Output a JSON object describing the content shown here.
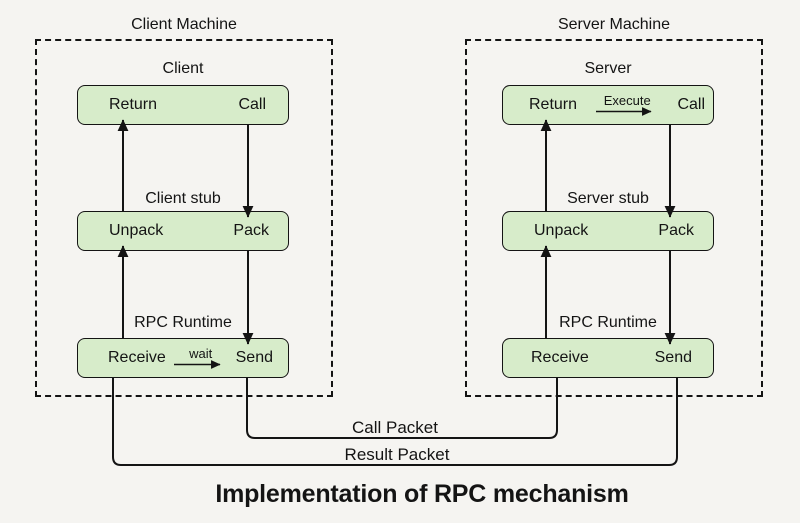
{
  "title": "Implementation of RPC mechanism",
  "colors": {
    "background": "#f5f4f1",
    "box_fill": "#d7ecca",
    "box_border": "#141414",
    "line": "#141414",
    "text": "#141414"
  },
  "machines": [
    {
      "id": "client",
      "label": "Client Machine",
      "sections": [
        {
          "label": "Client",
          "left": "Return",
          "right": "Call",
          "inner_arrow_label": ""
        },
        {
          "label": "Client stub",
          "left": "Unpack",
          "right": "Pack",
          "inner_arrow_label": ""
        },
        {
          "label": "RPC Runtime",
          "left": "Receive",
          "right": "Send",
          "inner_arrow_label": "wait"
        }
      ]
    },
    {
      "id": "server",
      "label": "Server Machine",
      "sections": [
        {
          "label": "Server",
          "left": "Return",
          "right": "Call",
          "inner_arrow_label": "Execute"
        },
        {
          "label": "Server stub",
          "left": "Unpack",
          "right": "Pack",
          "inner_arrow_label": ""
        },
        {
          "label": "RPC Runtime",
          "left": "Receive",
          "right": "Send",
          "inner_arrow_label": ""
        }
      ]
    }
  ],
  "packets": {
    "call": "Call Packet",
    "result": "Result Packet"
  }
}
